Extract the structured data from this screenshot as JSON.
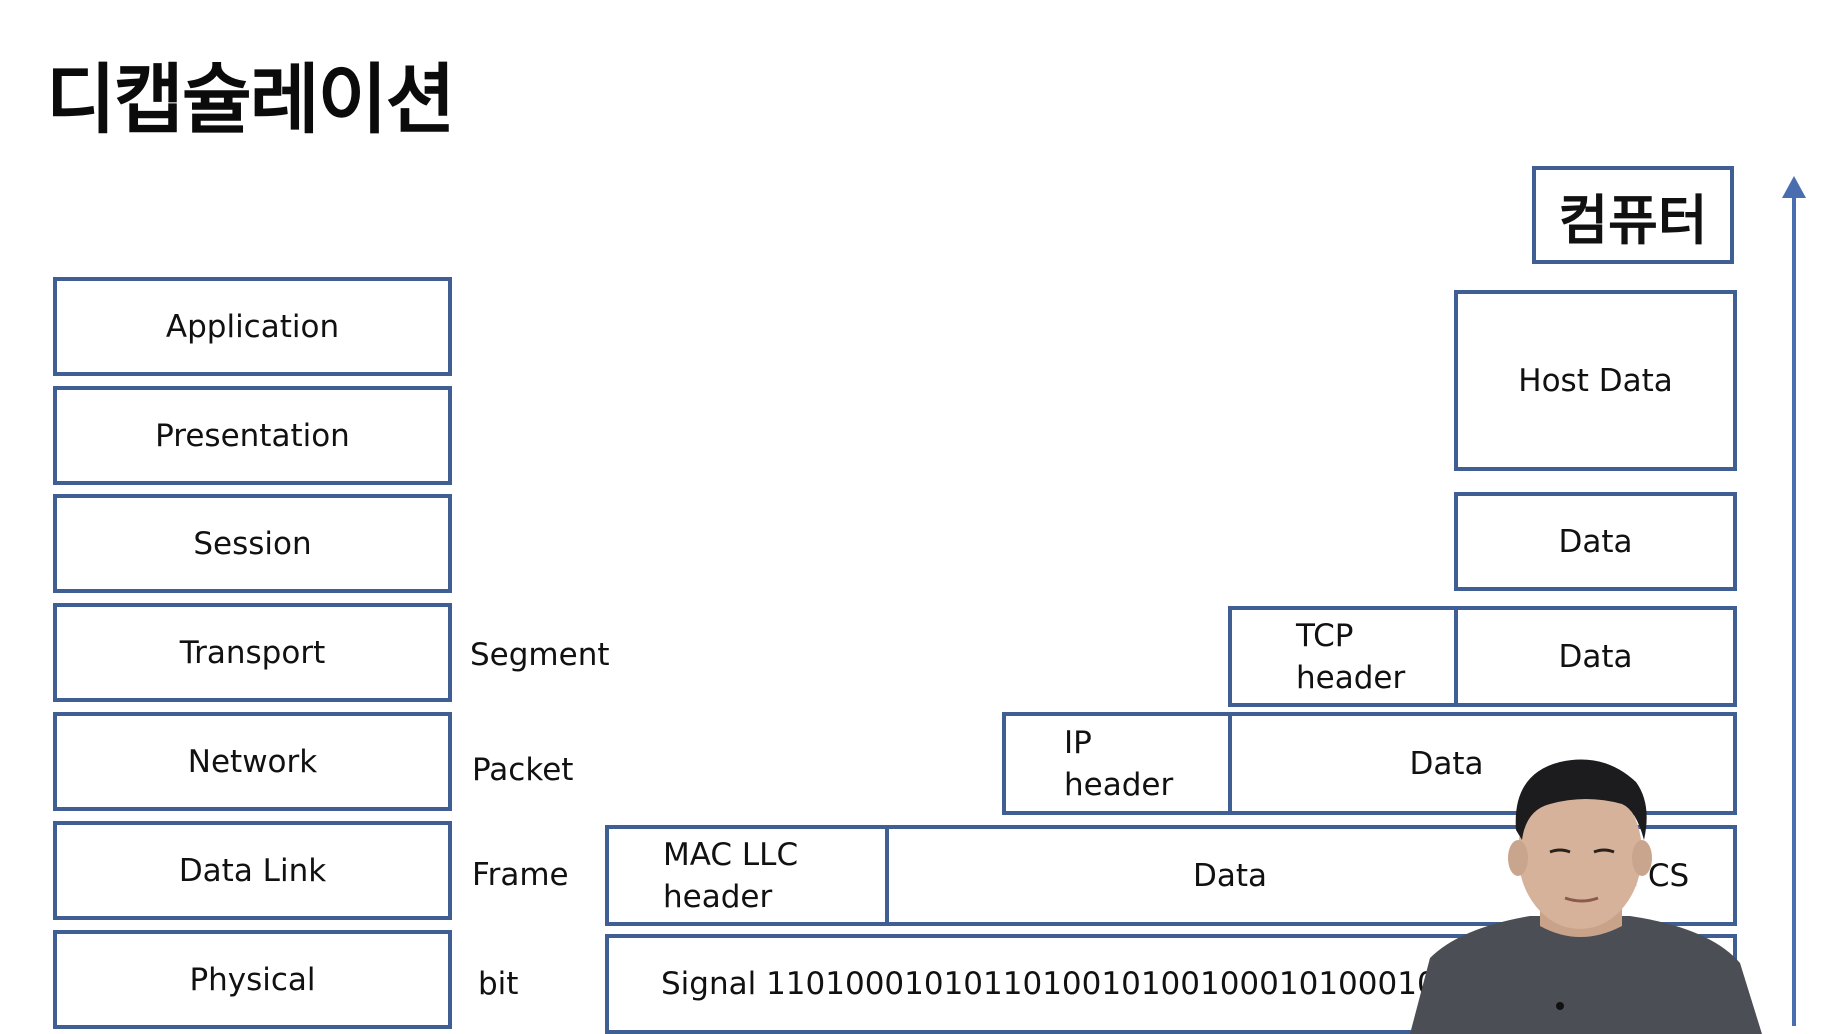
{
  "title": "디캡슐레이션",
  "computer_label": "컴퓨터",
  "osi_layers": [
    "Application",
    "Presentation",
    "Session",
    "Transport",
    "Network",
    "Data Link",
    "Physical"
  ],
  "pdu_units": {
    "transport": "Segment",
    "network": "Packet",
    "datalink": "Frame",
    "physical": "bit"
  },
  "encapsulation": {
    "host_data": "Host Data",
    "session_data": "Data",
    "transport": {
      "header_line1": "TCP",
      "header_line2": "header",
      "data": "Data"
    },
    "network": {
      "header_line1": "IP",
      "header_line2": "header",
      "data": "Data"
    },
    "datalink": {
      "header_line1": "MAC LLC",
      "header_line2": "header",
      "data": "Data",
      "trailer": "FCS"
    },
    "physical": {
      "signal": "Signal 11010001010110100101001000101000101101"
    }
  },
  "colors": {
    "box_border": "#3f5e93",
    "arrow": "#4a6db0"
  }
}
